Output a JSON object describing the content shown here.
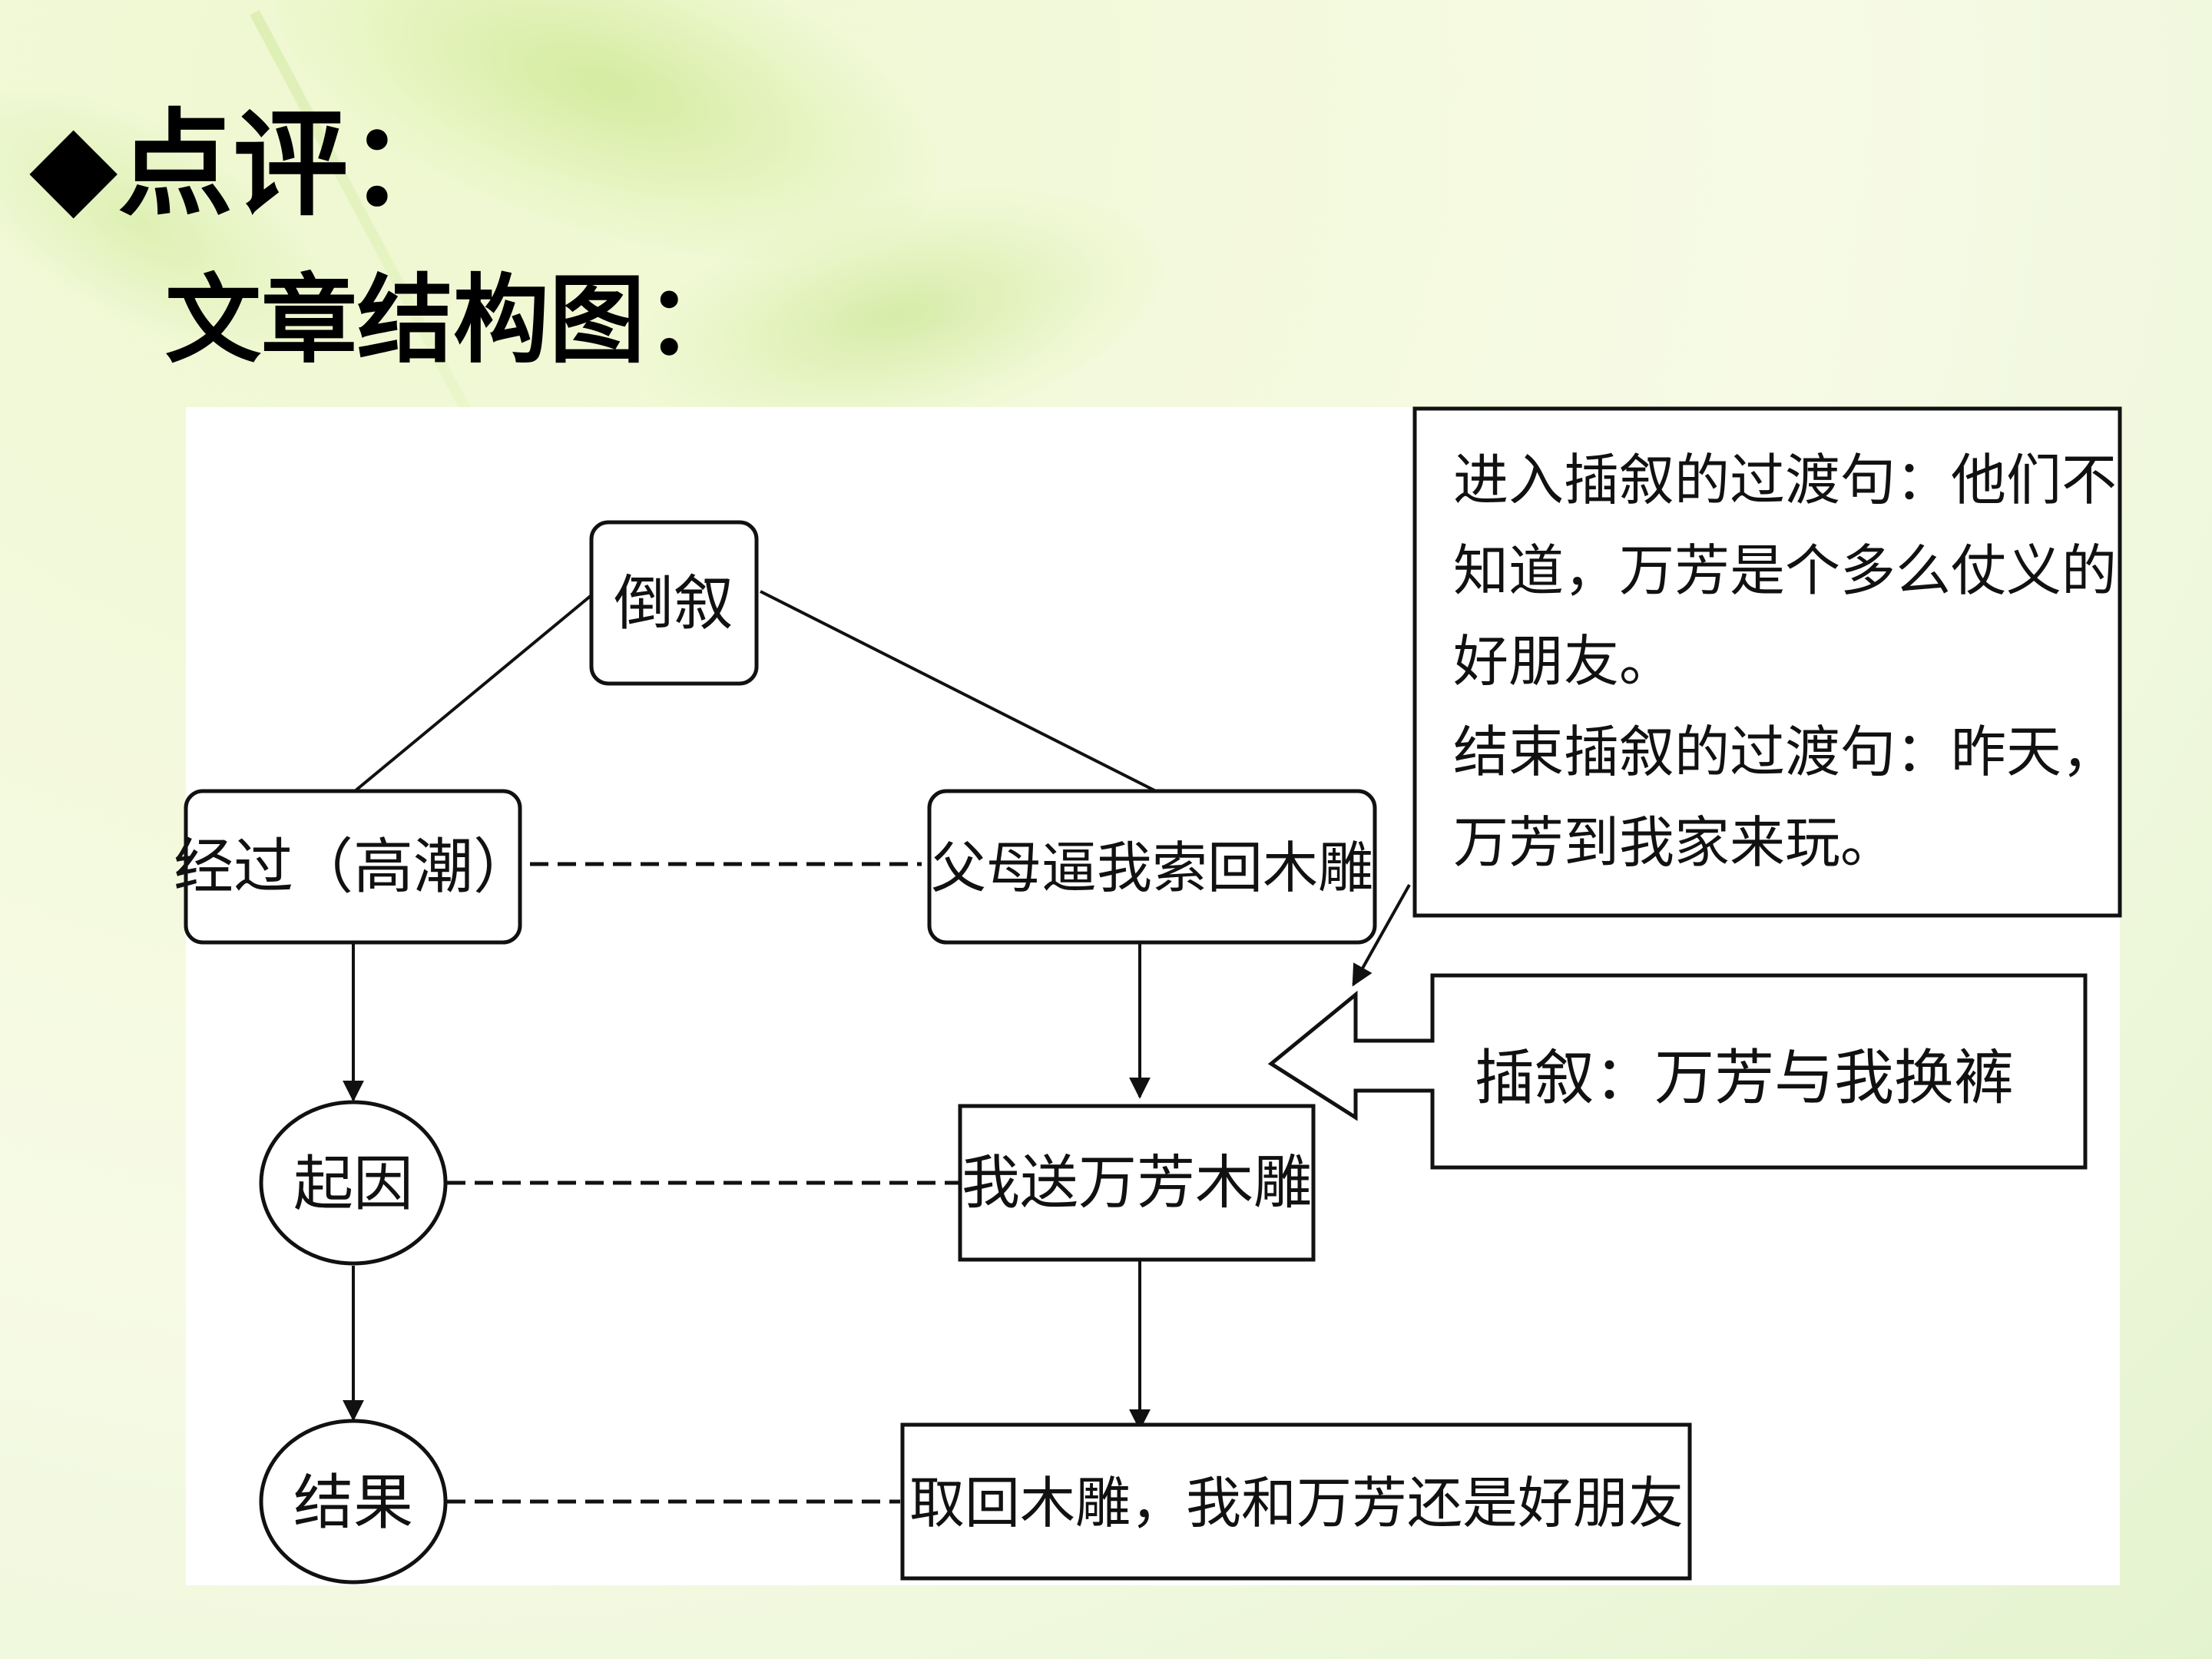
{
  "slide": {
    "heading": "◆点评：",
    "subheading": "文章结构图："
  },
  "diagram": {
    "nodes": {
      "flashback": "倒叙",
      "process": "经过（高潮）",
      "parents": "父母逼我索回木雕",
      "cause": "起因",
      "gift": "我送万芳木雕",
      "result": "结果",
      "outcome": "取回木雕，我和万芳还是好朋友",
      "insert": "插叙：万芳与我换裤"
    },
    "note_lines": [
      "进入插叙的过渡句：他们不",
      "知道，万芳是个多么仗义的",
      "好朋友。",
      "结束插叙的过渡句：昨天，",
      "万芳到我家来玩。"
    ]
  }
}
